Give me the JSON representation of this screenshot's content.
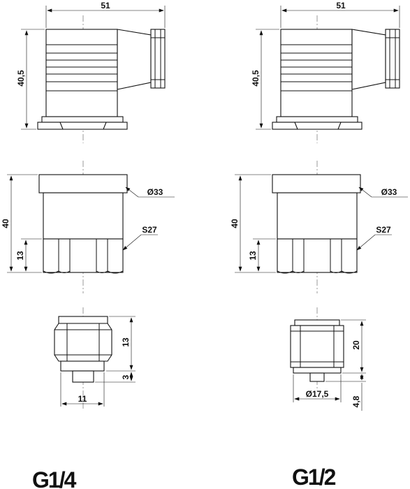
{
  "left": {
    "connector": {
      "width": "51",
      "height": "40,5"
    },
    "socket": {
      "height": "40",
      "hex_height": "13",
      "diameter": "Ø33",
      "hex": "S27"
    },
    "adapter": {
      "hex_height": "13",
      "pin_height": "3",
      "width": "11"
    },
    "thread_label": "G1/4"
  },
  "right": {
    "connector": {
      "width": "51",
      "height": "40,5"
    },
    "socket": {
      "height": "40",
      "hex_height": "13",
      "diameter": "Ø33",
      "hex": "S27"
    },
    "adapter": {
      "body_height": "20",
      "pin_height": "4,8",
      "diameter": "Ø17,5"
    },
    "thread_label": "G1/2"
  }
}
